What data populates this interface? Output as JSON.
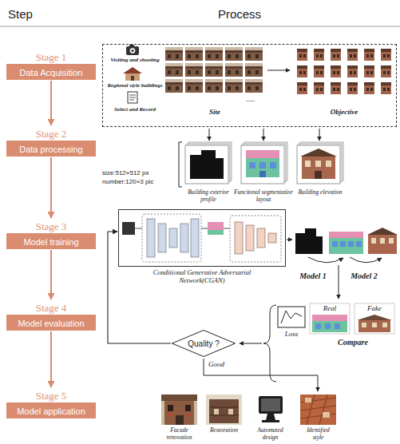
{
  "diagram": {
    "nodes": [
      {
        "text": [
          "Stage 1",
          "Data Acquisition"
        ]
      },
      {
        "text": [
          "Stage 2",
          "Data processing"
        ]
      },
      {
        "text": [
          "Stage 3",
          "Model training"
        ]
      },
      {
        "text": [
          "Stage 4",
          "Model evaluation"
        ]
      },
      {
        "text": [
          "Stage 5",
          "Model application"
        ]
      },
      {
        "text": [
          "Visiting and shooting",
          "Regional style buildings",
          "Select and Record",
          "Site",
          "......",
          "Objective"
        ]
      },
      {
        "text": [
          "Conditional Generative Adversarial Network(CGAN)"
        ]
      },
      {
        "text": [
          "Quality ?"
        ]
      }
    ],
    "edges": [
      {
        "from": 0,
        "to": 1,
        "arrow": "to"
      },
      {
        "from": 1,
        "to": 2,
        "arrow": "to"
      },
      {
        "from": 2,
        "to": 3,
        "arrow": "to"
      },
      {
        "from": 3,
        "to": 4,
        "arrow": "to"
      },
      {
        "from": 7,
        "to": 6,
        "arrow": "to"
      }
    ],
    "labels": [
      "Step",
      "Process",
      "size:512×512 px",
      "number:120×3 pic",
      "Building exterior profile",
      "Funcitonal segmentatior layout",
      "Building elevation",
      "Model 1",
      "Model 2",
      "Loss",
      "Real",
      "Fake",
      "Compare",
      "Good",
      "Facade renovation",
      "Restoration",
      "Automated design",
      "Identified style"
    ]
  }
}
